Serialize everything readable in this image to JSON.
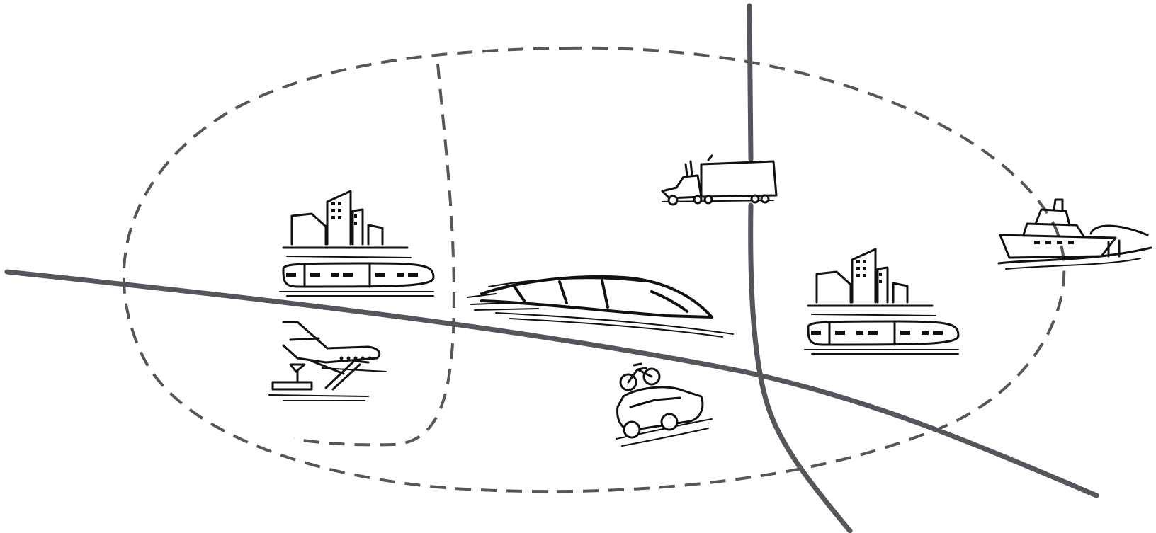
{
  "colors": {
    "background": "#ffffff",
    "route_line": "#54565c",
    "icon_ink": "#111111"
  },
  "diagram": {
    "boundary_style": "dashed",
    "routes": [
      "solid",
      "solid"
    ],
    "icons": [
      "city-rail-hub-icon",
      "airport-icon",
      "high-speed-train-icon",
      "truck-icon",
      "city-rail-hub-icon",
      "ferry-icon",
      "car-with-bicycle-icon"
    ]
  }
}
